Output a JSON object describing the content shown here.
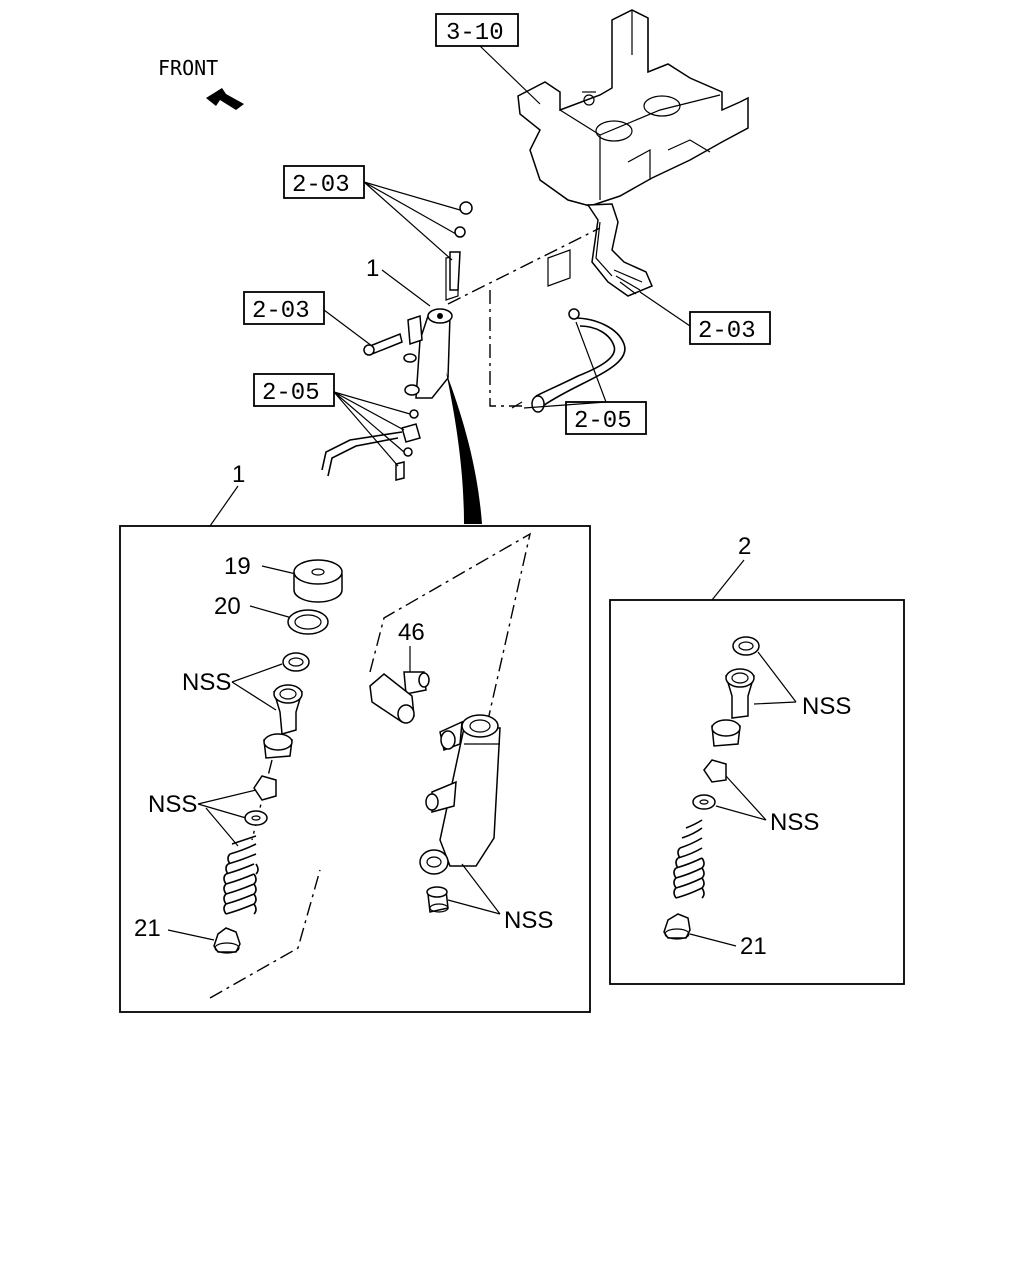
{
  "direction": {
    "label": "FRONT"
  },
  "refs": {
    "bracket": "3-10",
    "hardware_top": "2-03",
    "bolt_left": "2-03",
    "pedal": "2-03",
    "mount_left": "2-05",
    "hose": "2-05"
  },
  "callouts": {
    "cylinder_assy": "1",
    "kit_1": "1",
    "kit_2": "2"
  },
  "panel1": {
    "cap": "19",
    "gasket": "20",
    "nss_seals": "NSS",
    "nss_valve": "NSS",
    "fitting": "46",
    "nss_bleeder": "NSS",
    "plug": "21"
  },
  "panel2": {
    "nss_seals": "NSS",
    "nss_valve": "NSS",
    "plug": "21"
  }
}
